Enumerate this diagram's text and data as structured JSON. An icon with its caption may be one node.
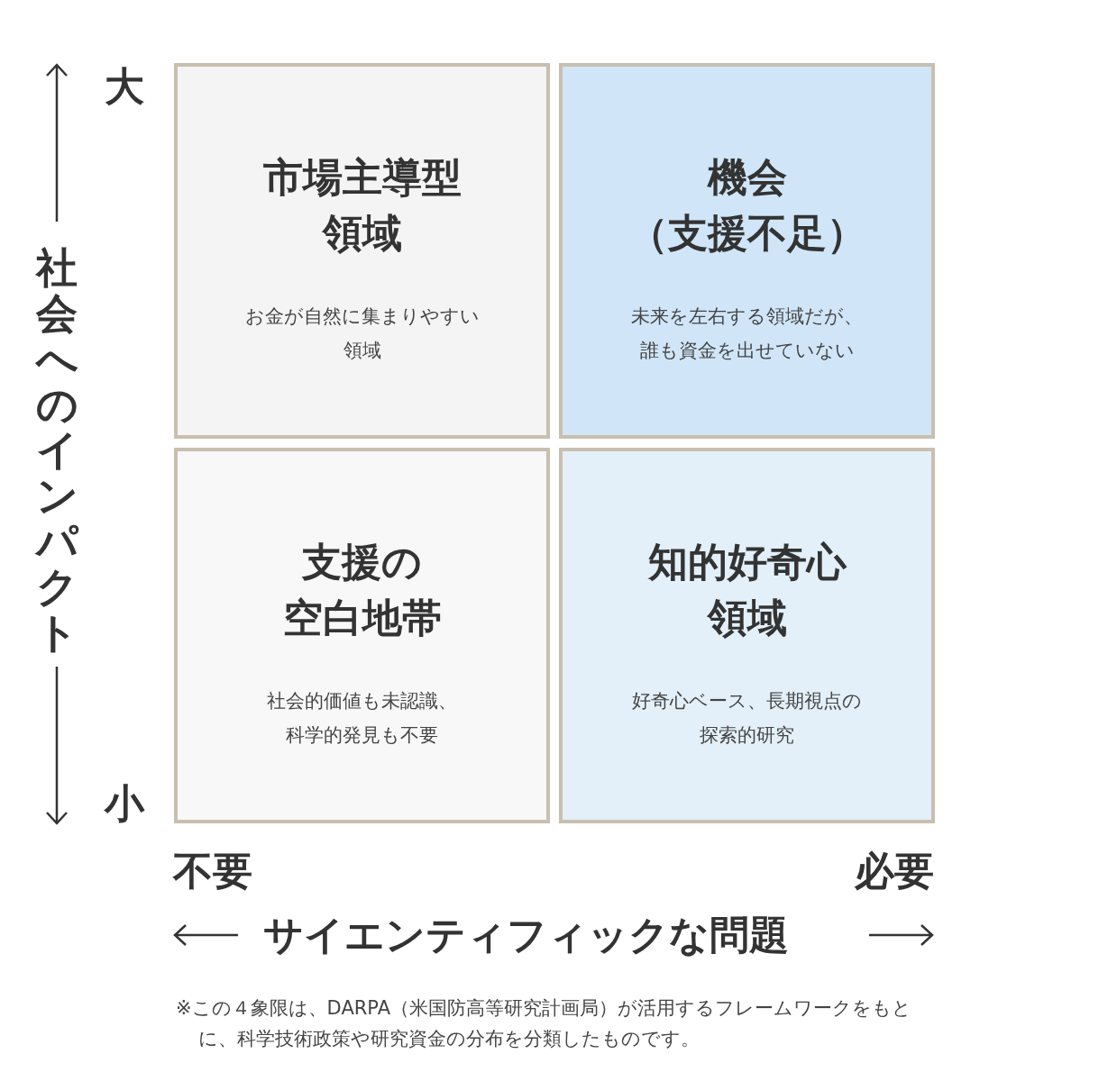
{
  "diagram": {
    "nodes": [
      {
        "text": [
          "市場主導型領域",
          "お金が自然に集まりやすい領域"
        ]
      },
      {
        "text": [
          "機会（支援不足）",
          "未来を左右する領域だが、誰も資金を出せていない"
        ]
      },
      {
        "text": [
          "支援の空白地帯",
          "社会的価値も未認識、科学的発見も不要"
        ]
      },
      {
        "text": [
          "知的好奇心領域",
          "好奇心ベース、長期視点の探索的研究"
        ]
      }
    ],
    "labels": [
      "大",
      "小",
      "社会へのインパクト",
      "不要",
      "必要",
      "サイエンティフィックな問題"
    ],
    "caption": "※この４象限は、DARPA（米国防高等研究計画局）が活用するフレームワークをもとに、科学技術政策や研究資金の分布を分類したものです。"
  }
}
